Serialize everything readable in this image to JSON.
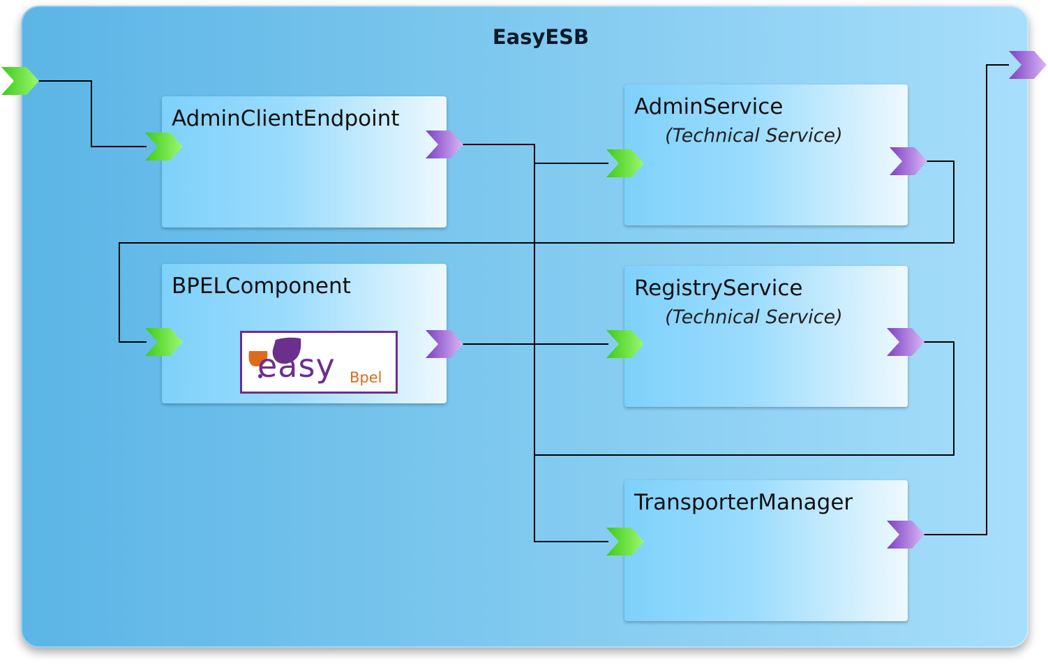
{
  "esb": {
    "title": "EasyESB"
  },
  "components": {
    "admin_client_endpoint": {
      "name": "AdminClientEndpoint"
    },
    "bpel_component": {
      "name": "BPELComponent"
    },
    "admin_service": {
      "name": "AdminService",
      "subtitle": "(Technical Service)"
    },
    "registry_service": {
      "name": "RegistryService",
      "subtitle": "(Technical Service)"
    },
    "transporter_manager": {
      "name": "TransporterManager"
    }
  },
  "logo": {
    "main": "easy",
    "sub": "Bpel"
  },
  "colors": {
    "input_port": "#57e82a",
    "output_port": "#9b63d6",
    "wire": "#000000",
    "logo_border": "#6b2f8d",
    "logo_accent": "#e06a1b"
  }
}
